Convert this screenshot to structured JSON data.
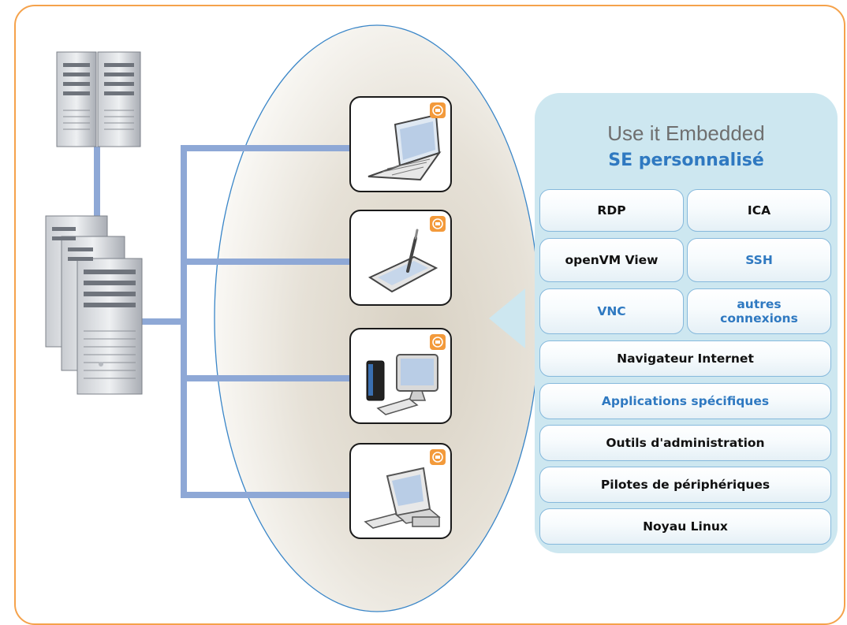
{
  "panel": {
    "title": "Use it Embedded",
    "subtitle": "SE personnalisé",
    "grid": [
      [
        {
          "label": "RDP",
          "color": "black"
        },
        {
          "label": "ICA",
          "color": "black"
        }
      ],
      [
        {
          "label": "openVM View",
          "color": "black"
        },
        {
          "label": "SSH",
          "color": "blue"
        }
      ],
      [
        {
          "label": "VNC",
          "color": "blue"
        },
        {
          "label": "autres connexions",
          "color": "blue"
        }
      ]
    ],
    "layers": [
      {
        "label": "Navigateur Internet",
        "color": "black"
      },
      {
        "label": "Applications spécifiques",
        "color": "blue"
      },
      {
        "label": "Outils d'administration",
        "color": "black"
      },
      {
        "label": "Pilotes de périphériques",
        "color": "black"
      },
      {
        "label": "Noyau Linux",
        "color": "black"
      }
    ]
  },
  "devices": [
    {
      "kind": "laptop",
      "icon": "laptop-icon"
    },
    {
      "kind": "tablet",
      "icon": "tablet-stylus-icon"
    },
    {
      "kind": "thin-client",
      "icon": "thin-client-icon"
    },
    {
      "kind": "desktop-pc",
      "icon": "desktop-pc-icon"
    }
  ],
  "servers": [
    {
      "icon": "server-rack-icon"
    },
    {
      "icon": "server-cluster-icon"
    }
  ],
  "badge": {
    "icon": "uie-logo-icon"
  },
  "colors": {
    "frame": "#f5a24b",
    "network_line": "#8ea8d6",
    "panel_bg": "#cde7f0",
    "chip_border": "#86b9dc",
    "accent_blue": "#2f79c1",
    "badge_orange": "#f39a3b",
    "ellipse_fill": "#e8e4dc",
    "ellipse_stroke": "#3a86c8"
  }
}
